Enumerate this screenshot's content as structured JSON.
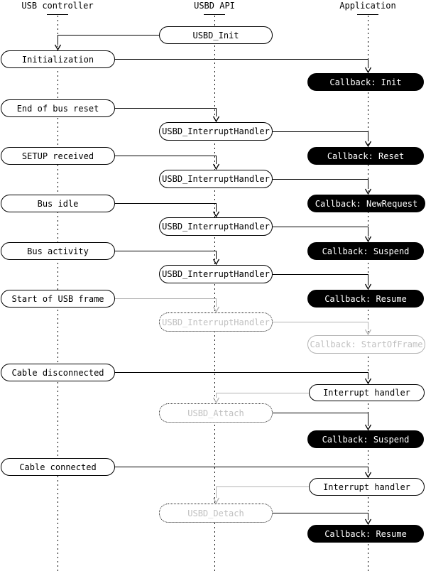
{
  "diagram": {
    "type": "sequence-diagram",
    "columns": [
      {
        "id": "usb-controller",
        "label": "USB controller"
      },
      {
        "id": "usbd-api",
        "label": "USBD API"
      },
      {
        "id": "application",
        "label": "Application"
      }
    ],
    "colors": {
      "line_black": "#000000",
      "line_gray": "#b3b3b3",
      "text_gray": "#c0c0c0",
      "callback_bg": "#000000",
      "callback_text": "#ffffff"
    },
    "nodes": [
      {
        "id": "usbd-init",
        "column": "usbd-api",
        "style": "api",
        "label": "USBD_Init"
      },
      {
        "id": "initialization",
        "column": "usb-controller",
        "style": "event",
        "label": "Initialization"
      },
      {
        "id": "callback-init",
        "column": "application",
        "style": "callback",
        "label": "Callback: Init"
      },
      {
        "id": "end-of-bus-reset",
        "column": "usb-controller",
        "style": "event",
        "label": "End of bus reset"
      },
      {
        "id": "interrupt-handler-1",
        "column": "usbd-api",
        "style": "api",
        "label": "USBD_InterruptHandler"
      },
      {
        "id": "callback-reset",
        "column": "application",
        "style": "callback",
        "label": "Callback: Reset"
      },
      {
        "id": "setup-received",
        "column": "usb-controller",
        "style": "event",
        "label": "SETUP received"
      },
      {
        "id": "interrupt-handler-2",
        "column": "usbd-api",
        "style": "api",
        "label": "USBD_InterruptHandler"
      },
      {
        "id": "callback-newrequest",
        "column": "application",
        "style": "callback",
        "label": "Callback: NewRequest"
      },
      {
        "id": "bus-idle",
        "column": "usb-controller",
        "style": "event",
        "label": "Bus idle"
      },
      {
        "id": "interrupt-handler-3",
        "column": "usbd-api",
        "style": "api",
        "label": "USBD_InterruptHandler"
      },
      {
        "id": "callback-suspend-1",
        "column": "application",
        "style": "callback",
        "label": "Callback: Suspend"
      },
      {
        "id": "bus-activity",
        "column": "usb-controller",
        "style": "event",
        "label": "Bus activity"
      },
      {
        "id": "interrupt-handler-4",
        "column": "usbd-api",
        "style": "api",
        "label": "USBD_InterruptHandler"
      },
      {
        "id": "callback-resume-1",
        "column": "application",
        "style": "callback",
        "label": "Callback: Resume"
      },
      {
        "id": "start-of-usb-frame",
        "column": "usb-controller",
        "style": "event",
        "label": "Start of USB frame"
      },
      {
        "id": "interrupt-handler-5",
        "column": "usbd-api",
        "style": "api-dotted",
        "label": "USBD_InterruptHandler"
      },
      {
        "id": "callback-startofframe",
        "column": "application",
        "style": "gray-outline",
        "label": "Callback: StartOfFrame"
      },
      {
        "id": "cable-disconnected",
        "column": "usb-controller",
        "style": "event",
        "label": "Cable disconnected"
      },
      {
        "id": "app-interrupt-handler-1",
        "column": "application",
        "style": "app-white",
        "label": "Interrupt handler"
      },
      {
        "id": "usbd-attach",
        "column": "usbd-api",
        "style": "api-dotted",
        "label": "USBD_Attach"
      },
      {
        "id": "callback-suspend-2",
        "column": "application",
        "style": "callback",
        "label": "Callback: Suspend"
      },
      {
        "id": "cable-connected",
        "column": "usb-controller",
        "style": "event",
        "label": "Cable connected"
      },
      {
        "id": "app-interrupt-handler-2",
        "column": "application",
        "style": "app-white",
        "label": "Interrupt handler"
      },
      {
        "id": "usbd-detach",
        "column": "usbd-api",
        "style": "api-dotted",
        "label": "USBD_Detach"
      },
      {
        "id": "callback-resume-2",
        "column": "application",
        "style": "callback",
        "label": "Callback: Resume"
      }
    ]
  }
}
